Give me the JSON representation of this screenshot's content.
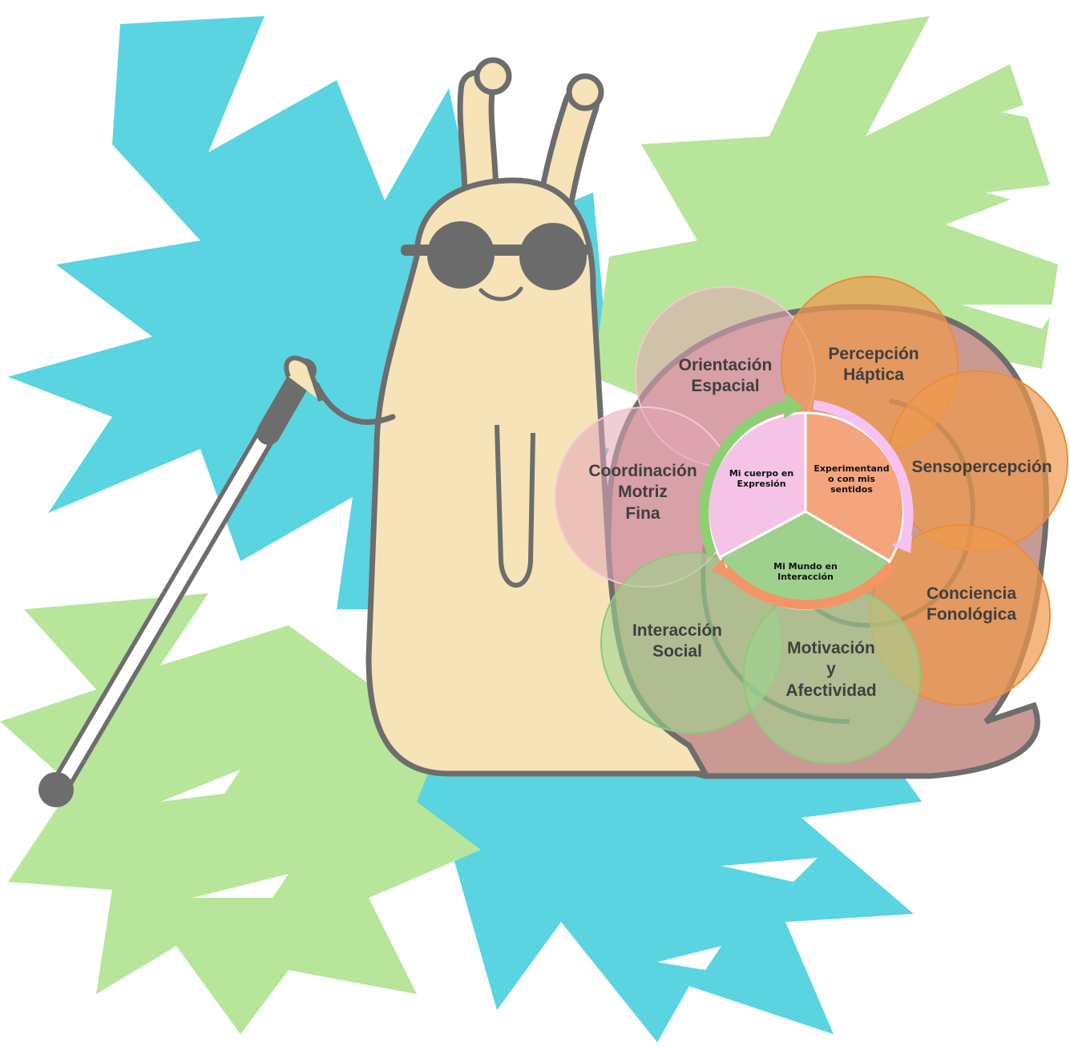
{
  "colors": {
    "cyan_leaf": "#5ad4e0",
    "green_leaf": "#b7e59a",
    "snail_body": "#f6e3b8",
    "shell": "#c99a94",
    "outline": "#6d6d6d",
    "pink_group": "#e3a6b7",
    "orange_group": "#f0994c",
    "green_group": "#9fd58f",
    "core_pink": "#f4c3e6",
    "core_orange": "#f4a57e",
    "core_green": "#9fd08e"
  },
  "diagram": {
    "center": {
      "top_left": "Mi cuerpo en\nExpresión",
      "top_right": "Experimentand\no con mis\nsentidos",
      "bottom": "Mi Mundo en\nInteracción"
    },
    "outer": [
      {
        "label": "Orientación\nEspacial",
        "group": "pink"
      },
      {
        "label": "Coordinación\nMotriz\nFina",
        "group": "pink"
      },
      {
        "label": "Percepción\nHáptica",
        "group": "orange"
      },
      {
        "label": "Sensopercepción",
        "group": "orange"
      },
      {
        "label": "Conciencia\nFonológica",
        "group": "orange"
      },
      {
        "label": "Interacción\nSocial",
        "group": "green"
      },
      {
        "label": "Motivación\ny\nAfectividad",
        "group": "green"
      }
    ]
  },
  "illustration": {
    "subject": "snail-with-sunglasses-and-white-cane",
    "icons": [
      "monstera-leaf-icon",
      "snail-icon",
      "sunglasses-icon",
      "white-cane-icon"
    ]
  }
}
